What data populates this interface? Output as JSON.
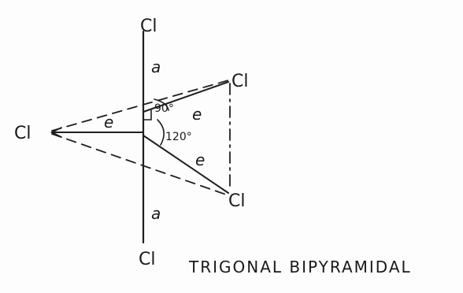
{
  "atoms": {
    "top": "Cl",
    "bottom": "Cl",
    "left": "Cl",
    "upper_right": "Cl",
    "lower_right": "Cl"
  },
  "bond_labels": {
    "axial_top": "a",
    "axial_bottom": "a",
    "eq_left": "e",
    "eq_upper": "e",
    "eq_lower": "e"
  },
  "angles": {
    "axial_equatorial": "90°",
    "equatorial": "120°"
  },
  "caption": "TRIGONAL BIPYRAMIDAL"
}
